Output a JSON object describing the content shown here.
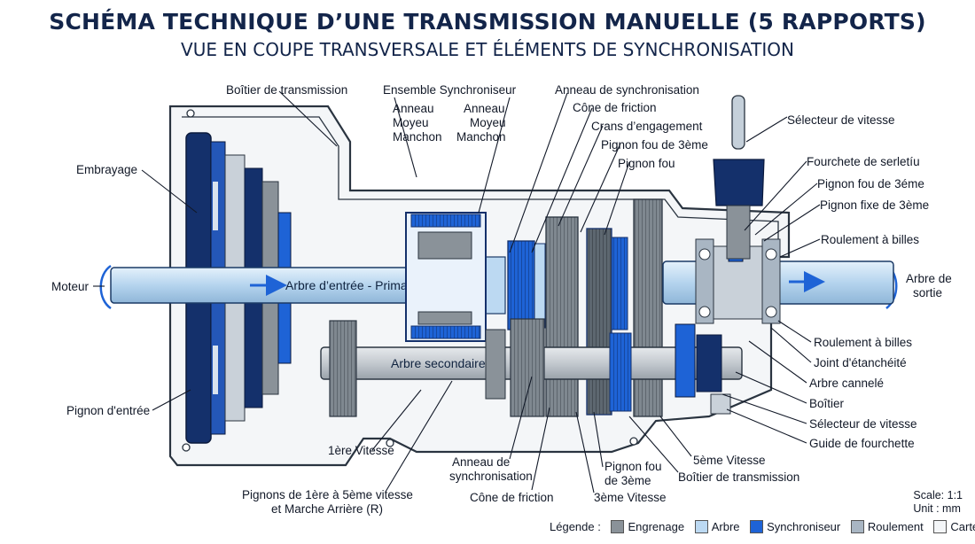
{
  "title": "SCHÉMA TECHNIQUE D’UNE TRANSMISSION MANUELLE (5 RAPPORTS)",
  "subtitle": "VUE EN COUPE TRANSVERSALE ET ÉLÉMENTS DE SYNCHRONISATION",
  "labels": {
    "boitier_top": "Boîtier de transmission",
    "ensemble_sync": "Ensemble Synchroniseur",
    "anneau_l": "Anneau",
    "moyeu_l": "Moyeu",
    "manchon_l": "Manchon",
    "anneau_r": "Anneau",
    "moyeu_r": "Moyeu",
    "manchon_r": "Manchon",
    "anneau_sync": "Anneau de synchronisation",
    "cone_friction_top": "Cône de friction",
    "crans": "Crans d’engagement",
    "pignon_fou_3": "Pignon fou de 3ème",
    "pignon_fou": "Pignon fou",
    "selecteur_top": "Sélecteur de vitesse",
    "fourchette": "Fourchete de serletíu",
    "pignon_fou_3_r": "Pignon fou de 3éme",
    "pignon_fixe_3": "Pignon fixe de 3ème",
    "roulement_top": "Roulement à billes",
    "embrayage": "Embrayage",
    "moteur": "Moteur",
    "arbre_sortie_1": "Arbre de",
    "arbre_sortie_2": "sortie",
    "roulement_bot": "Roulement à billes",
    "joint": "Joint d'étanchéité",
    "arbre_cannele": "Arbre cannelé",
    "boitier_r": "Boîtier",
    "selecteur_bot": "Sélecteur de vitesse",
    "guide": "Guide de fourchette",
    "pignon_entree": "Pignon d'entrée",
    "vitesse_1": "1ère Vitesse",
    "pignons_1": "Pignons de 1ère à 5ème vitesse",
    "pignons_2": "et Marche Arrière (R)",
    "anneau_de_1": "Anneau de",
    "anneau_de_2": "synchronisation",
    "cone_friction_bot": "Cône de friction",
    "pignon_fou_b1": "Pignon fou",
    "pignon_fou_b2": "de 3ème",
    "vitesse_3": "3ème Vitesse",
    "vitesse_5": "5ème Vitesse",
    "boitier_bot": "Boîtier de transmission"
  },
  "shafts": {
    "primaire": "Arbre d’entrée - Primaire)",
    "secondaire": "Arbre secondaire"
  },
  "scale": {
    "line1": "Scale: 1:1",
    "line2": "Unit : mm"
  },
  "legend": {
    "title": "Légende :",
    "items": [
      {
        "label": "Engrenage",
        "color": "#8a9299"
      },
      {
        "label": "Arbre",
        "color": "#bcd9f2"
      },
      {
        "label": "Synchroniseur",
        "color": "#1e63d6"
      },
      {
        "label": "Roulement",
        "color": "#a9b6c3"
      },
      {
        "label": "Carter",
        "color": "#f4f6f8"
      }
    ]
  },
  "colors": {
    "navy": "#14306b",
    "blue": "#1e63d6",
    "light_blue": "#bcd9f2",
    "gray": "#8a9299",
    "housing": "#f4f6f8"
  }
}
